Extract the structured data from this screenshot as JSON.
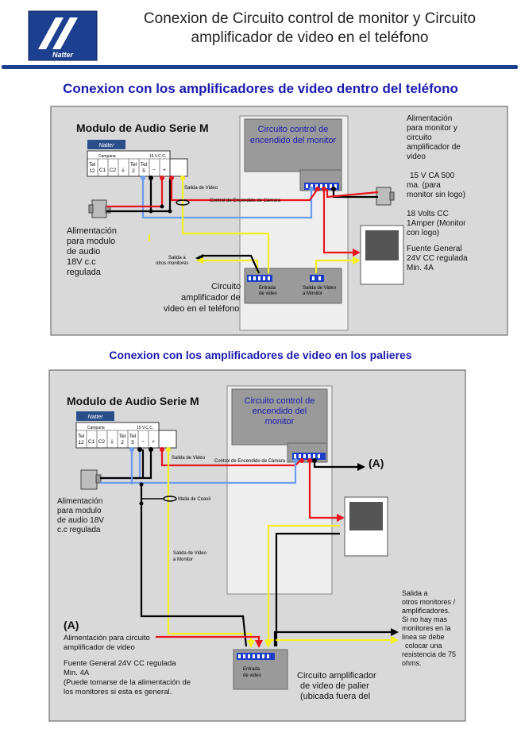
{
  "header": {
    "logo_text": "Natter",
    "title_line1": "Conexion de Circuito control de monitor y Circuito",
    "title_line2": "amplificador de video en el teléfono"
  },
  "section1": {
    "title": "Conexion con los amplificadores de video dentro del teléfono",
    "module_title": "Modulo de Audio Serie M",
    "module_brand": "Natter",
    "campanas": "Campana",
    "vcc": "15 V.C.C.",
    "terminals": [
      "Tel 12",
      "C1",
      "C2",
      "⏚",
      "Tel 2",
      "Tel 5",
      "−",
      "+"
    ],
    "control_title": "Circuito control de encendido del monitor",
    "salida_video": "Salida de Video",
    "control_camara": "Control de Encendido de Cámara",
    "salida_otros": "Salida a otros monitores",
    "entrada_video": "Entrada de video",
    "salida_monitor": "Salida de Video a Monitor",
    "amp_label_1": "Circuito",
    "amp_label_2": "amplificador de",
    "amp_label_3": "video en el teléfono",
    "alim_1": "Alimentación",
    "alim_2": "para modulo",
    "alim_3": "de audio",
    "alim_4": "18V c.c",
    "alim_5": "regulada",
    "right_1": "Alimentación",
    "right_2": "para monitor y",
    "right_3": "circuito",
    "right_4": "amplificador de",
    "right_5": "video",
    "right_6": "15 V CA 500",
    "right_7": "ma. (para",
    "right_8": "monitor sin logo)",
    "right_9": "18 Volts CC",
    "right_10": "1Amper (Monitor",
    "right_11": "con logo)",
    "right_12": "Fuente General",
    "right_13": "24V CC regulada",
    "right_14": "Min. 4A"
  },
  "section2": {
    "title": "Conexion con los amplificadores de video en los palieres",
    "module_title": "Modulo de Audio Serie M",
    "module_brand": "Natter",
    "campanas": "Campana",
    "vcc": "15 V.C.C.",
    "terminals": [
      "Tel 12",
      "C1",
      "C2",
      "⏚",
      "Tel 2",
      "Tel 5",
      "−",
      "+"
    ],
    "control_title_1": "Circuito control de",
    "control_title_2": "encendido del",
    "control_title_3": "monitor",
    "salida_video": "Salida de Video",
    "control_camara": "Control de Encendido de Cámara",
    "malla": "Malla de Coaxil",
    "salida_video_monitor_1": "Salida de Video",
    "salida_video_monitor_2": "a Monitor",
    "marker_a": "(A)",
    "alim_1": "Alimentación",
    "alim_2": "para modulo",
    "alim_3": "de audio 18V",
    "alim_4": "c.c regulada",
    "a_alim_1": "Alimentación para circuito",
    "a_alim_2": "amplificador de video",
    "fuente_1": "Fuente General 24V CC regulada",
    "fuente_2": "Min. 4A",
    "fuente_3": "(Puede tomarse de la alimentación de",
    "fuente_4": "los monitores si esta es general.",
    "entrada_video": "Entrada de video",
    "amp_label_1": "Circuito amplificador",
    "amp_label_2": "de video de palier",
    "amp_label_3": "(ubicada fuera del",
    "salida_1": "Salida a",
    "salida_2": "otros monitores /",
    "salida_3": "amplificadores.",
    "salida_4": "Si no hay mas",
    "salida_5": "monitores en la",
    "salida_6": "linea se debe",
    "salida_7": "colocar una",
    "salida_8": "resistencia de 75",
    "salida_9": "ohms."
  },
  "colors": {
    "red": "#e8141e",
    "yellow": "#f5ee1e",
    "blue": "#6a9cf0",
    "black": "#000000",
    "title_blue": "#1a1ab0",
    "panel": "#d9d9d9",
    "logo": "#1c3f8f"
  }
}
